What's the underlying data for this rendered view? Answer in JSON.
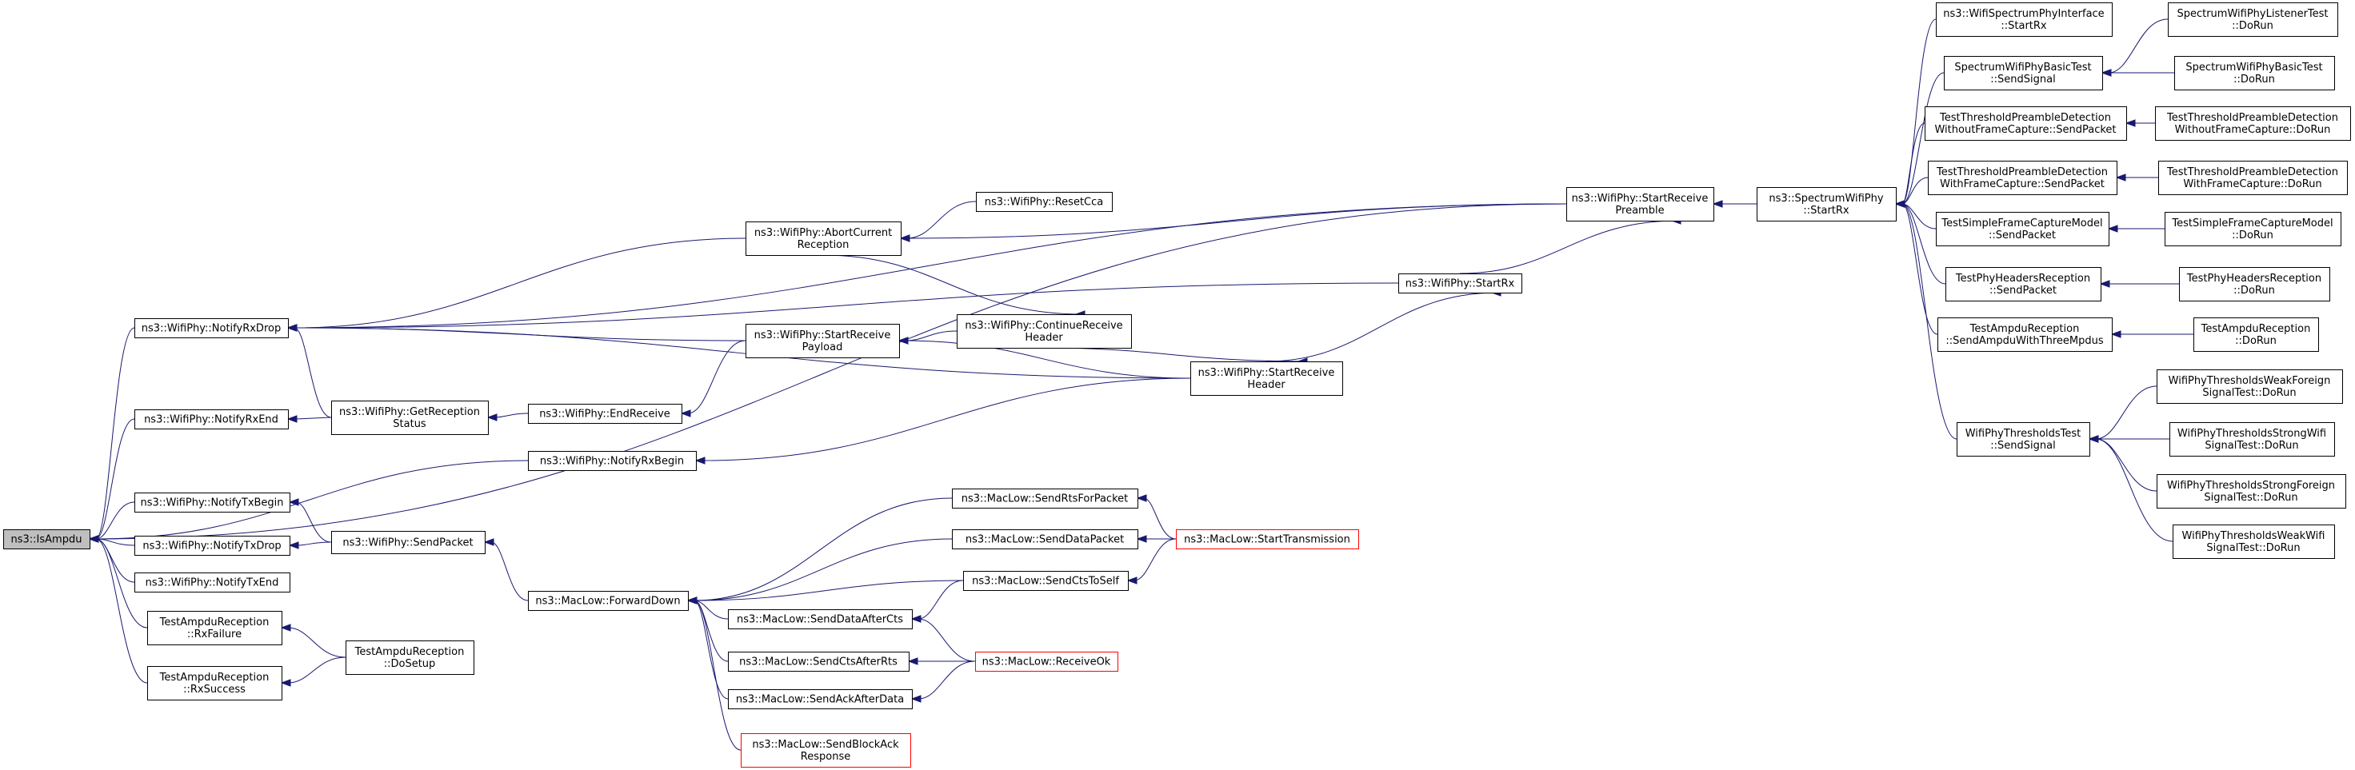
{
  "graph": {
    "root": "isampdu",
    "nodes": [
      {
        "id": "isampdu",
        "lines": [
          "ns3::IsAmpdu"
        ]
      },
      {
        "id": "notifyrxdrop",
        "lines": [
          "ns3::WifiPhy::NotifyRxDrop"
        ]
      },
      {
        "id": "notifyrxend",
        "lines": [
          "ns3::WifiPhy::NotifyRxEnd"
        ]
      },
      {
        "id": "notifytxbegin",
        "lines": [
          "ns3::WifiPhy::NotifyTxBegin"
        ]
      },
      {
        "id": "notifytxdrop",
        "lines": [
          "ns3::WifiPhy::NotifyTxDrop"
        ]
      },
      {
        "id": "notifytxend",
        "lines": [
          "ns3::WifiPhy::NotifyTxEnd"
        ]
      },
      {
        "id": "rxfailure",
        "lines": [
          "TestAmpduReception",
          "::RxFailure"
        ]
      },
      {
        "id": "rxsuccess",
        "lines": [
          "TestAmpduReception",
          "::RxSuccess"
        ]
      },
      {
        "id": "getreceptionstatus",
        "lines": [
          "ns3::WifiPhy::GetReception",
          "Status"
        ]
      },
      {
        "id": "sendpacket",
        "lines": [
          "ns3::WifiPhy::SendPacket"
        ]
      },
      {
        "id": "dosetup",
        "lines": [
          "TestAmpduReception",
          "::DoSetup"
        ]
      },
      {
        "id": "notifyrxbegin",
        "lines": [
          "ns3::WifiPhy::NotifyRxBegin"
        ]
      },
      {
        "id": "endreceive",
        "lines": [
          "ns3::WifiPhy::EndReceive"
        ]
      },
      {
        "id": "forwarddown",
        "lines": [
          "ns3::MacLow::ForwardDown"
        ]
      },
      {
        "id": "abortcurrent",
        "lines": [
          "ns3::WifiPhy::AbortCurrent",
          "Reception"
        ]
      },
      {
        "id": "startreceivepayload",
        "lines": [
          "ns3::WifiPhy::StartReceive",
          "Payload"
        ]
      },
      {
        "id": "senddataaftercts",
        "lines": [
          "ns3::MacLow::SendDataAfterCts"
        ]
      },
      {
        "id": "sendctsafterrts",
        "lines": [
          "ns3::MacLow::SendCtsAfterRts"
        ]
      },
      {
        "id": "sendackafterdata",
        "lines": [
          "ns3::MacLow::SendAckAfterData"
        ]
      },
      {
        "id": "sendblockack",
        "lines": [
          "ns3::MacLow::SendBlockAck",
          "Response"
        ],
        "red": true
      },
      {
        "id": "resetcca",
        "lines": [
          "ns3::WifiPhy::ResetCca"
        ]
      },
      {
        "id": "continuereceive",
        "lines": [
          "ns3::WifiPhy::ContinueReceive",
          "Header"
        ]
      },
      {
        "id": "sendrtsforpacket",
        "lines": [
          "ns3::MacLow::SendRtsForPacket"
        ]
      },
      {
        "id": "senddatapacket",
        "lines": [
          "ns3::MacLow::SendDataPacket"
        ]
      },
      {
        "id": "sendctstoself",
        "lines": [
          "ns3::MacLow::SendCtsToSelf"
        ]
      },
      {
        "id": "receiveok",
        "lines": [
          "ns3::MacLow::ReceiveOk"
        ],
        "red": true
      },
      {
        "id": "starttransmission",
        "lines": [
          "ns3::MacLow::StartTransmission"
        ],
        "red": true
      },
      {
        "id": "startreceiveheader",
        "lines": [
          "ns3::WifiPhy::StartReceive",
          "Header"
        ]
      },
      {
        "id": "startrx",
        "lines": [
          "ns3::WifiPhy::StartRx"
        ]
      },
      {
        "id": "startreceivepreamble",
        "lines": [
          "ns3::WifiPhy::StartReceive",
          "Preamble"
        ]
      },
      {
        "id": "spectrumstartrx",
        "lines": [
          "ns3::SpectrumWifiPhy",
          "::StartRx"
        ]
      },
      {
        "id": "spectruminterface",
        "lines": [
          "ns3::WifiSpectrumPhyInterface",
          "::StartRx"
        ]
      },
      {
        "id": "basictestsend",
        "lines": [
          "SpectrumWifiPhyBasicTest",
          "::SendSignal"
        ]
      },
      {
        "id": "preamblewithoutsend",
        "lines": [
          "TestThresholdPreambleDetection",
          "WithoutFrameCapture::SendPacket"
        ]
      },
      {
        "id": "preamblewithsend",
        "lines": [
          "TestThresholdPreambleDetection",
          "WithFrameCapture::SendPacket"
        ]
      },
      {
        "id": "simpleframesend",
        "lines": [
          "TestSimpleFrameCaptureModel",
          "::SendPacket"
        ]
      },
      {
        "id": "phyheaderssend",
        "lines": [
          "TestPhyHeadersReception",
          "::SendPacket"
        ]
      },
      {
        "id": "ampduthreempdus",
        "lines": [
          "TestAmpduReception",
          "::SendAmpduWithThreeMpdus"
        ]
      },
      {
        "id": "thresholdssend",
        "lines": [
          "WifiPhyThresholdsTest",
          "::SendSignal"
        ]
      },
      {
        "id": "listenerdorun",
        "lines": [
          "SpectrumWifiPhyListenerTest",
          "::DoRun"
        ]
      },
      {
        "id": "basicdorun",
        "lines": [
          "SpectrumWifiPhyBasicTest",
          "::DoRun"
        ]
      },
      {
        "id": "preamblewithoutdorun",
        "lines": [
          "TestThresholdPreambleDetection",
          "WithoutFrameCapture::DoRun"
        ]
      },
      {
        "id": "preamblewithdorun",
        "lines": [
          "TestThresholdPreambleDetection",
          "WithFrameCapture::DoRun"
        ]
      },
      {
        "id": "simpleframedorun",
        "lines": [
          "TestSimpleFrameCaptureModel",
          "::DoRun"
        ]
      },
      {
        "id": "phyheadersdorun",
        "lines": [
          "TestPhyHeadersReception",
          "::DoRun"
        ]
      },
      {
        "id": "ampdudorun",
        "lines": [
          "TestAmpduReception",
          "::DoRun"
        ]
      },
      {
        "id": "weakforeigndorun",
        "lines": [
          "WifiPhyThresholdsWeakForeign",
          "SignalTest::DoRun"
        ]
      },
      {
        "id": "strongwifidorun",
        "lines": [
          "WifiPhyThresholdsStrongWifi",
          "SignalTest::DoRun"
        ]
      },
      {
        "id": "strongforeigndorun",
        "lines": [
          "WifiPhyThresholdsStrongForeign",
          "SignalTest::DoRun"
        ]
      },
      {
        "id": "weakwifidorun",
        "lines": [
          "WifiPhyThresholdsWeakWifi",
          "SignalTest::DoRun"
        ]
      }
    ],
    "edges": [
      [
        "notifyrxdrop",
        "isampdu"
      ],
      [
        "notifyrxend",
        "isampdu"
      ],
      [
        "notifytxbegin",
        "isampdu"
      ],
      [
        "notifytxdrop",
        "isampdu"
      ],
      [
        "notifytxend",
        "isampdu"
      ],
      [
        "rxfailure",
        "isampdu"
      ],
      [
        "rxsuccess",
        "isampdu"
      ],
      [
        "notifyrxbegin",
        "isampdu"
      ],
      [
        "startreceivepreamble",
        "isampdu"
      ],
      [
        "getreceptionstatus",
        "notifyrxdrop"
      ],
      [
        "abortcurrent",
        "notifyrxdrop"
      ],
      [
        "startreceivepayload",
        "notifyrxdrop"
      ],
      [
        "startreceivepreamble",
        "notifyrxdrop"
      ],
      [
        "startrx",
        "notifyrxdrop"
      ],
      [
        "startreceiveheader",
        "notifyrxdrop"
      ],
      [
        "getreceptionstatus",
        "notifyrxend"
      ],
      [
        "endreceive",
        "getreceptionstatus"
      ],
      [
        "startreceivepayload",
        "endreceive"
      ],
      [
        "continuereceive",
        "startreceivepayload"
      ],
      [
        "startreceiveheader",
        "startreceivepayload"
      ],
      [
        "resetcca",
        "abortcurrent"
      ],
      [
        "startreceivepreamble",
        "abortcurrent"
      ],
      [
        "abortcurrent",
        "continuereceive"
      ],
      [
        "continuereceive",
        "startreceiveheader"
      ],
      [
        "startreceiveheader",
        "startrx"
      ],
      [
        "startrx",
        "startreceivepreamble"
      ],
      [
        "startreceiveheader",
        "notifyrxbegin"
      ],
      [
        "sendpacket",
        "notifytxbegin"
      ],
      [
        "sendpacket",
        "notifytxdrop"
      ],
      [
        "forwarddown",
        "sendpacket"
      ],
      [
        "sendrtsforpacket",
        "forwarddown"
      ],
      [
        "senddatapacket",
        "forwarddown"
      ],
      [
        "sendctstoself",
        "forwarddown"
      ],
      [
        "senddataaftercts",
        "forwarddown"
      ],
      [
        "sendctsafterrts",
        "forwarddown"
      ],
      [
        "sendackafterdata",
        "forwarddown"
      ],
      [
        "sendblockack",
        "forwarddown"
      ],
      [
        "starttransmission",
        "sendrtsforpacket"
      ],
      [
        "starttransmission",
        "senddatapacket"
      ],
      [
        "starttransmission",
        "sendctstoself"
      ],
      [
        "sendctstoself",
        "senddataaftercts"
      ],
      [
        "receiveok",
        "senddataaftercts"
      ],
      [
        "receiveok",
        "sendctsafterrts"
      ],
      [
        "receiveok",
        "sendackafterdata"
      ],
      [
        "dosetup",
        "rxfailure"
      ],
      [
        "dosetup",
        "rxsuccess"
      ],
      [
        "spectrumstartrx",
        "startreceivepreamble"
      ],
      [
        "spectruminterface",
        "spectrumstartrx"
      ],
      [
        "basictestsend",
        "spectrumstartrx"
      ],
      [
        "preamblewithoutsend",
        "spectrumstartrx"
      ],
      [
        "preamblewithsend",
        "spectrumstartrx"
      ],
      [
        "simpleframesend",
        "spectrumstartrx"
      ],
      [
        "phyheaderssend",
        "spectrumstartrx"
      ],
      [
        "ampduthreempdus",
        "spectrumstartrx"
      ],
      [
        "thresholdssend",
        "spectrumstartrx"
      ],
      [
        "listenerdorun",
        "basictestsend"
      ],
      [
        "basicdorun",
        "basictestsend"
      ],
      [
        "preamblewithoutdorun",
        "preamblewithoutsend"
      ],
      [
        "preamblewithdorun",
        "preamblewithsend"
      ],
      [
        "simpleframedorun",
        "simpleframesend"
      ],
      [
        "phyheadersdorun",
        "phyheaderssend"
      ],
      [
        "ampdudorun",
        "ampduthreempdus"
      ],
      [
        "weakforeigndorun",
        "thresholdssend"
      ],
      [
        "strongwifidorun",
        "thresholdssend"
      ],
      [
        "strongforeigndorun",
        "thresholdssend"
      ],
      [
        "weakwifidorun",
        "thresholdssend"
      ]
    ]
  }
}
